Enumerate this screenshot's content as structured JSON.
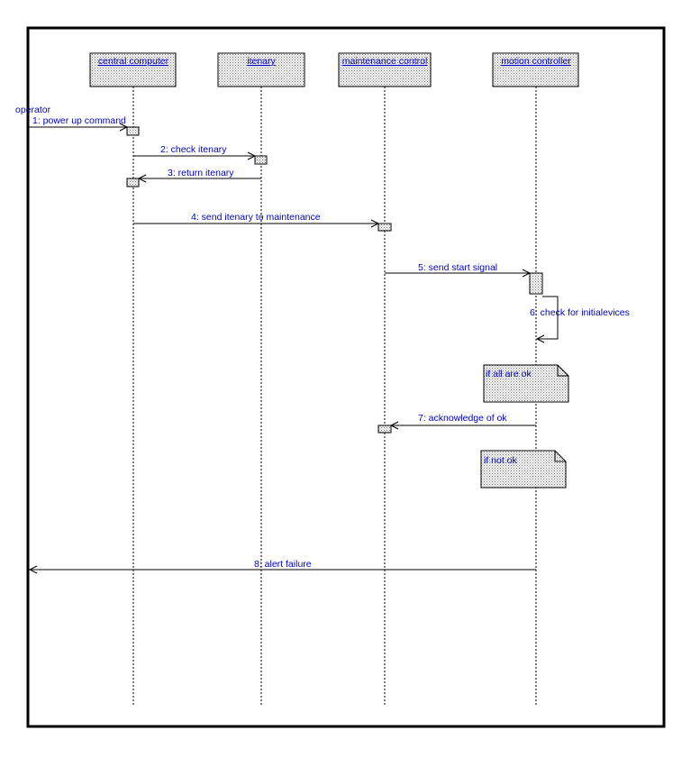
{
  "actor": {
    "label": "operator"
  },
  "objects": [
    {
      "id": "cc",
      "label": "central computer"
    },
    {
      "id": "it",
      "label": "itenary"
    },
    {
      "id": "mc",
      "label": "maintenance control"
    },
    {
      "id": "mo",
      "label": "motion controller"
    }
  ],
  "messages": [
    {
      "id": "m1",
      "label": "1: power up command"
    },
    {
      "id": "m2",
      "label": "2: check itenary"
    },
    {
      "id": "m3",
      "label": "3: return itenary"
    },
    {
      "id": "m4",
      "label": "4: send itenary to maintenance"
    },
    {
      "id": "m5",
      "label": "5: send start signal"
    },
    {
      "id": "m6",
      "label": "6: check for initialevices"
    },
    {
      "id": "m7",
      "label": "7: acknowledge of ok"
    },
    {
      "id": "m8",
      "label": "8: alert failure"
    }
  ],
  "notes": [
    {
      "id": "n1",
      "label": "if all are ok"
    },
    {
      "id": "n2",
      "label": "if not ok"
    }
  ],
  "colors": {
    "text": "#0000cc",
    "line": "#000000",
    "box_fill": "#d9d9d9"
  }
}
